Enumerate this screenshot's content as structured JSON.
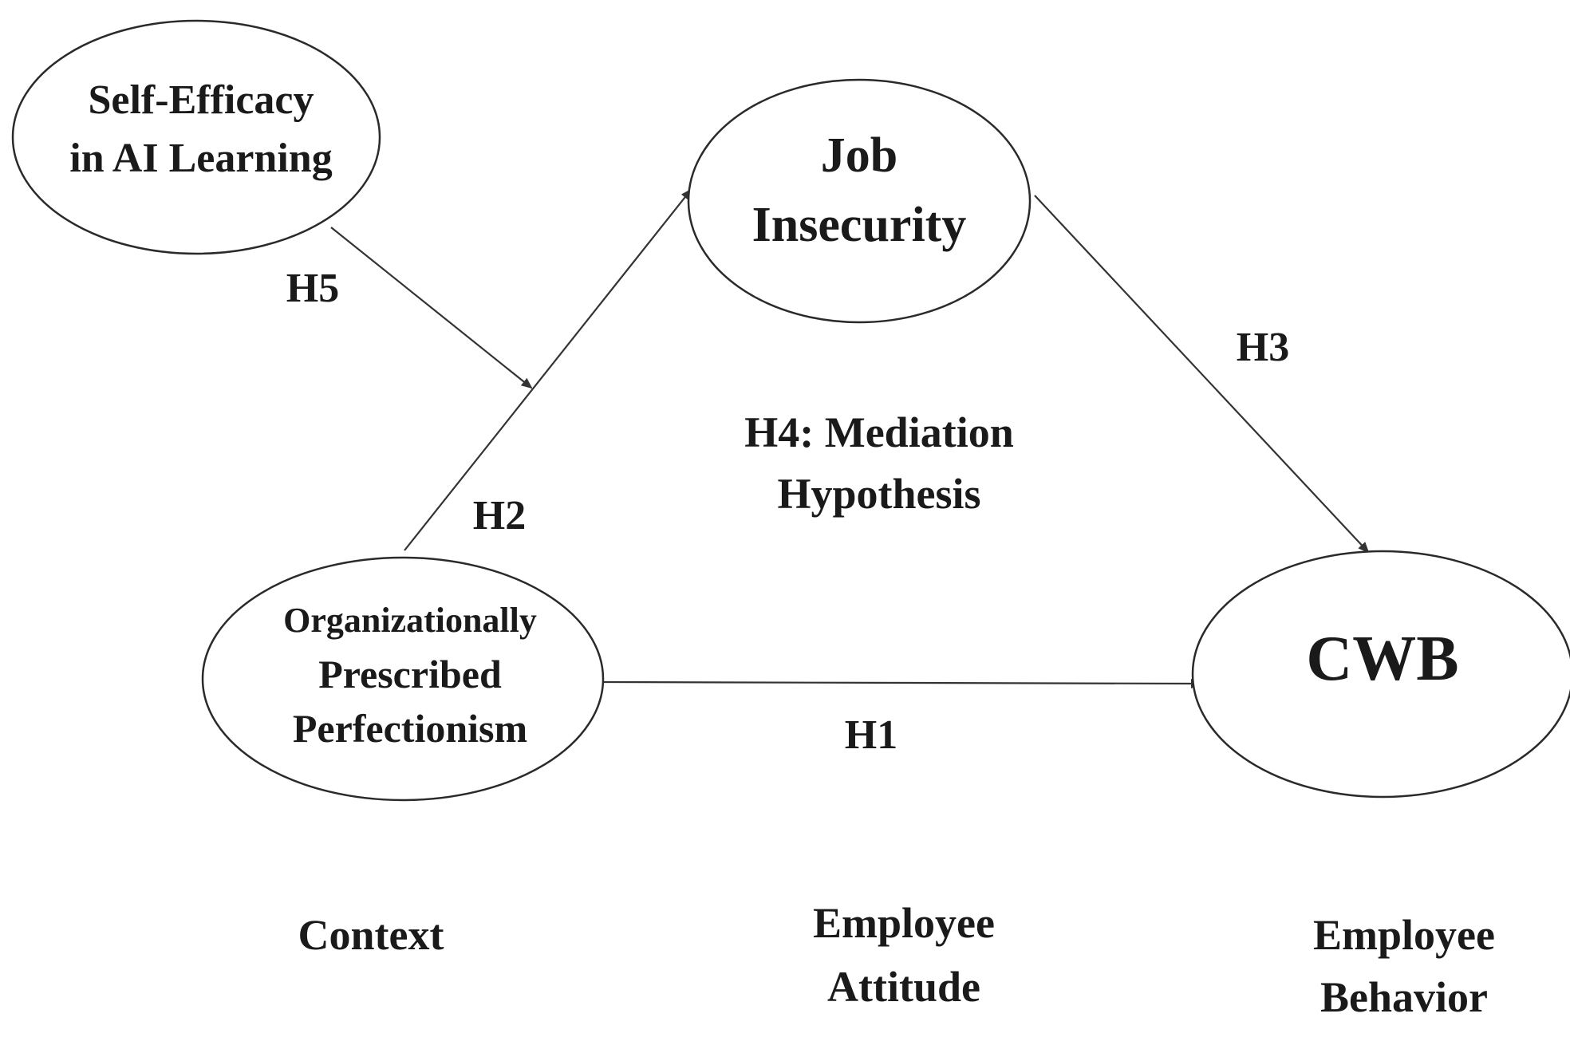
{
  "nodes": {
    "self_efficacy": {
      "line1": "Self-Efficacy",
      "line2": "in AI Learning"
    },
    "job_insecurity": {
      "line1": "Job",
      "line2": "Insecurity"
    },
    "opp": {
      "line1": "Organizationally",
      "line2": "Prescribed",
      "line3": "Perfectionism"
    },
    "cwb": {
      "line1": "CWB"
    }
  },
  "hypotheses": {
    "h1": "H1",
    "h2": "H2",
    "h3": "H3",
    "h4_line1": "H4: Mediation",
    "h4_line2": "Hypothesis",
    "h5": "H5"
  },
  "columns": {
    "context": "Context",
    "attitude_line1": "Employee",
    "attitude_line2": "Attitude",
    "behavior_line1": "Employee",
    "behavior_line2": "Behavior"
  },
  "colors": {
    "stroke": "#2a2a2a",
    "text": "#1a1a1a",
    "background": "#ffffff"
  }
}
